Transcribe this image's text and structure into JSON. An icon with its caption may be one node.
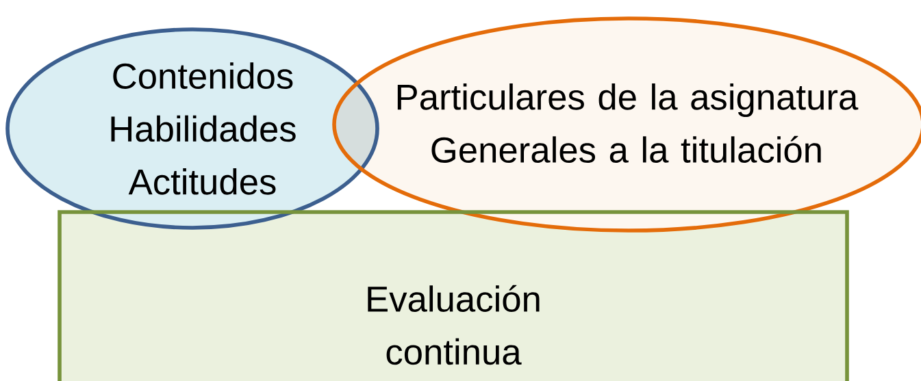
{
  "diagram": {
    "nodes": [
      {
        "text": [
          "Contenidos",
          "Habilidades",
          "Actitudes"
        ]
      },
      {
        "text": [
          "Particulares de la asignatura",
          "Generales a la titulación"
        ]
      },
      {
        "text": [
          "Evaluación continua"
        ]
      }
    ]
  }
}
